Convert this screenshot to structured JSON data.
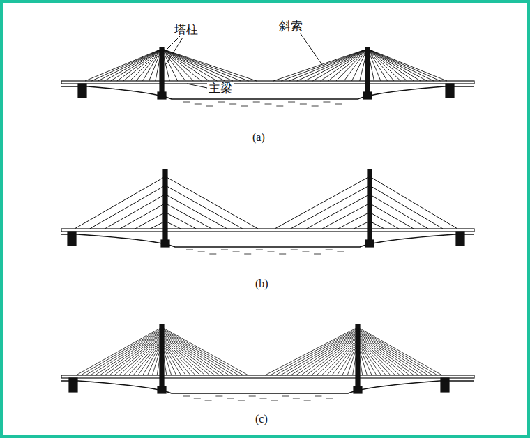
{
  "diagram": {
    "labels": [
      "塔柱",
      "斜索",
      "主梁",
      "(a)",
      "(b)",
      "(c)"
    ]
  }
}
